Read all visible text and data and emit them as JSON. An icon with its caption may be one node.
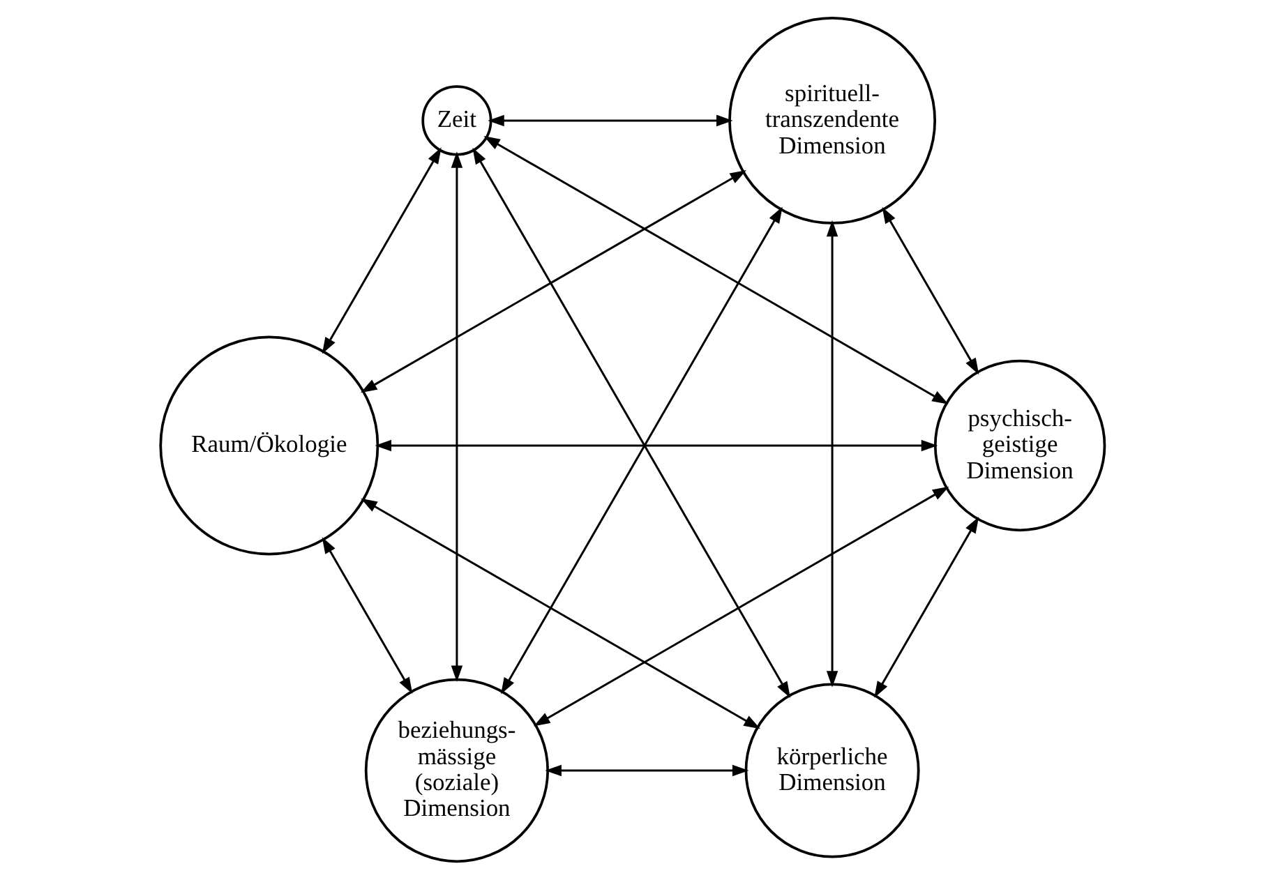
{
  "diagram": {
    "nodes": [
      {
        "text": [
          "körperliche Dimension"
        ]
      },
      {
        "text": [
          "beziehungs- mässige (soziale) Dimension"
        ]
      },
      {
        "text": [
          "psychisch- geistige Dimension"
        ]
      },
      {
        "text": [
          "spirituell- transzendente Dimension"
        ]
      },
      {
        "text": [
          "Raum/Ökologie"
        ]
      },
      {
        "text": [
          "Zeit"
        ]
      }
    ],
    "edges": [
      {
        "from": 0,
        "to": 1,
        "arrow": "both"
      },
      {
        "from": 0,
        "to": 2,
        "arrow": "both"
      },
      {
        "from": 0,
        "to": 3,
        "arrow": "both"
      },
      {
        "from": 0,
        "to": 4,
        "arrow": "both"
      },
      {
        "from": 0,
        "to": 5,
        "arrow": "both"
      },
      {
        "from": 1,
        "to": 2,
        "arrow": "both"
      },
      {
        "from": 1,
        "to": 3,
        "arrow": "both"
      },
      {
        "from": 1,
        "to": 4,
        "arrow": "both"
      },
      {
        "from": 1,
        "to": 5,
        "arrow": "both"
      },
      {
        "from": 2,
        "to": 3,
        "arrow": "both"
      },
      {
        "from": 2,
        "to": 4,
        "arrow": "both"
      },
      {
        "from": 2,
        "to": 5,
        "arrow": "both"
      },
      {
        "from": 3,
        "to": 4,
        "arrow": "both"
      },
      {
        "from": 3,
        "to": 5,
        "arrow": "both"
      },
      {
        "from": 4,
        "to": 5,
        "arrow": "both"
      }
    ]
  }
}
